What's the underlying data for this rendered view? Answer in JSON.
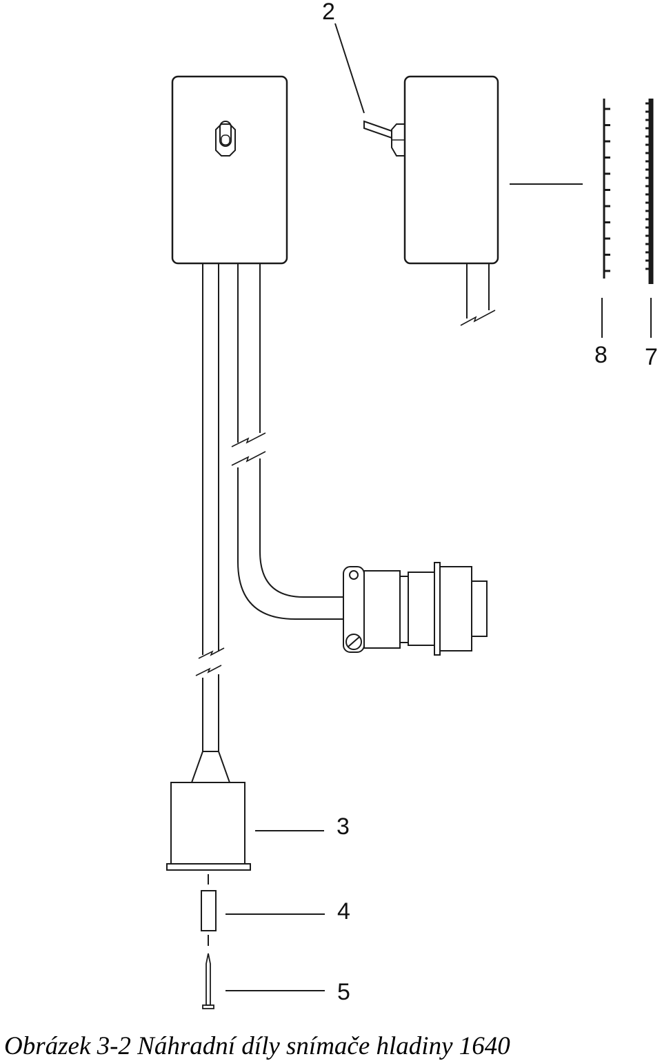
{
  "callouts": {
    "part_2": "2",
    "part_3": "3",
    "part_4": "4",
    "part_5": "5",
    "part_7": "7",
    "part_8": "8"
  },
  "caption": "Obrázek 3-2 Náhradní díly snímače hladiny 1640"
}
